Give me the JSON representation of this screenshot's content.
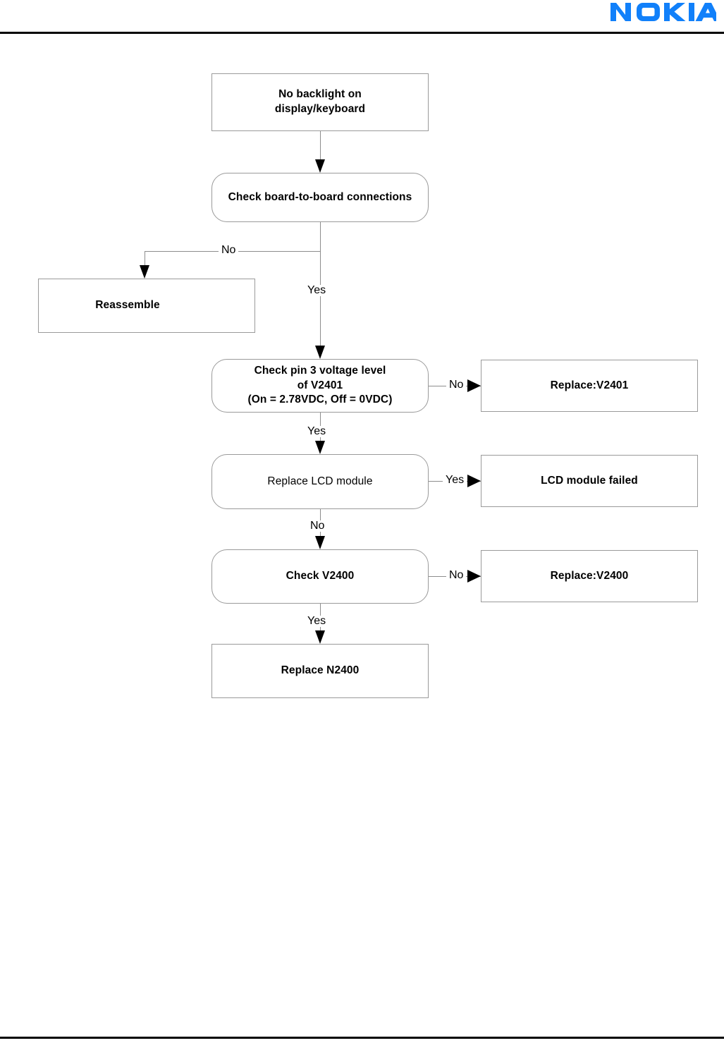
{
  "header": {
    "brand": "NOKIA",
    "brand_color": "#1180FA",
    "rule_color": "#000000"
  },
  "flowchart": {
    "title": "No backlight on display/keyboard troubleshooting",
    "nodes": [
      {
        "id": "start",
        "label": "No backlight on\ndisplay/keyboard"
      },
      {
        "id": "check-b2b",
        "label": "Check board-to-board  connections"
      },
      {
        "id": "reassemble",
        "label": "Reassemble"
      },
      {
        "id": "check-pin3",
        "label": "Check pin 3 voltage level\nof V2401\n(On = 2.78VDC, Off = 0VDC)"
      },
      {
        "id": "replace-v2401",
        "label": "Replace:V2401"
      },
      {
        "id": "replace-lcd",
        "label": "Replace LCD module"
      },
      {
        "id": "lcd-failed",
        "label": "LCD module failed"
      },
      {
        "id": "check-v2400",
        "label": "Check V2400"
      },
      {
        "id": "replace-v2400",
        "label": "Replace:V2400"
      },
      {
        "id": "replace-n2400",
        "label": "Replace N2400"
      }
    ],
    "edge_labels": {
      "b2b_no": "No",
      "b2b_yes": "Yes",
      "pin3_no": "No",
      "pin3_yes": "Yes",
      "lcd_yes": "Yes",
      "lcd_no": "No",
      "v2400_no": "No",
      "v2400_yes": "Yes"
    }
  }
}
